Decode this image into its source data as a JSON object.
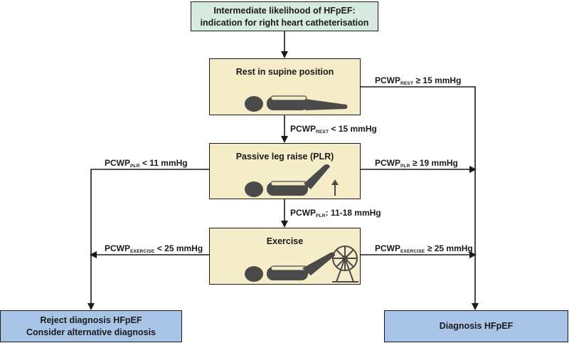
{
  "top_box": {
    "line1": "Intermediate likelihood of HFpEF:",
    "line2": "indication for right heart catheterisation"
  },
  "rest_box": {
    "title": "Rest in supine position"
  },
  "plr_box": {
    "title": "Passive leg raise (PLR)"
  },
  "exercise_box": {
    "title": "Exercise"
  },
  "reject_box": {
    "line1": "Reject diagnosis HFpEF",
    "line2": "Consider alternative diagnosis"
  },
  "diagnosis_box": {
    "label": "Diagnosis HFpEF"
  },
  "arrows": {
    "rest_high": {
      "prefix": "PCWP",
      "sub": "REST",
      "suffix": " ≥ 15 mmHg"
    },
    "rest_low": {
      "prefix": "PCWP",
      "sub": "REST",
      "suffix": " < 15 mmHg"
    },
    "plr_low": {
      "prefix": "PCWP",
      "sub": "PLR",
      "suffix": " < 11 mmHg"
    },
    "plr_high": {
      "prefix": "PCWP",
      "sub": "PLR",
      "suffix": " ≥ 19 mmHg"
    },
    "plr_mid": {
      "prefix": "PCWP",
      "sub": "PLR",
      "suffix": ": 11-18 mmHg"
    },
    "ex_low": {
      "prefix": "PCWP",
      "sub": "EXERCISE",
      "suffix": " < 25 mmHg"
    },
    "ex_high": {
      "prefix": "PCWP",
      "sub": "EXERCISE",
      "suffix": " ≥ 25 mmHg"
    }
  },
  "colors": {
    "top_fill": "#d7ecdf",
    "step_fill": "#f5ecc8",
    "result_fill": "#a8c4e6",
    "figure": "#4a4a4a",
    "line": "#1a1a1a"
  },
  "icons": [
    "supine-figure-icon",
    "leg-raise-figure-icon",
    "up-arrow-icon",
    "exercise-bike-figure-icon"
  ]
}
